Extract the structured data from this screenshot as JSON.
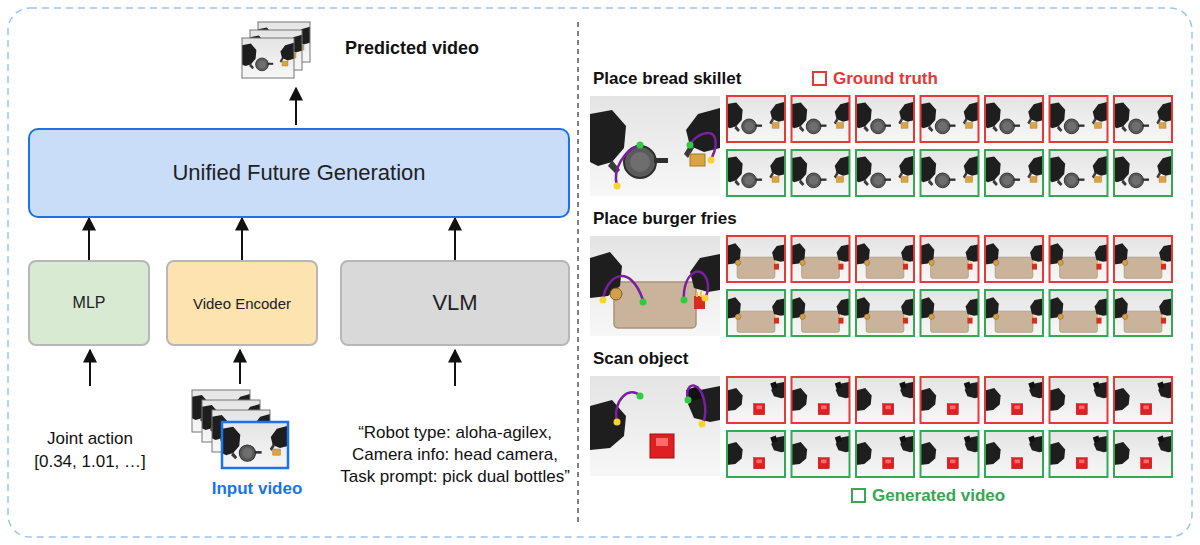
{
  "diagram": {
    "nodes": [
      {
        "text": [
          "Unified Future Generation"
        ]
      },
      {
        "text": [
          "MLP"
        ]
      },
      {
        "text": [
          "Video Encoder"
        ]
      },
      {
        "text": [
          "VLM"
        ]
      }
    ],
    "edges": [
      {
        "from": 1,
        "to": 0,
        "arrow": "to"
      },
      {
        "from": 2,
        "to": 0,
        "arrow": "to"
      },
      {
        "from": 3,
        "to": 0,
        "arrow": "to"
      }
    ],
    "labels": [
      "Predicted video",
      "Joint action",
      "[0.34, 1.01, …]",
      "Input video",
      "“Robot type: aloha-agilex, Camera info: head camera, Task prompt: pick dual bottles”",
      "Place bread skillet",
      "Place burger fries",
      "Scan object"
    ],
    "legend": [
      {
        "text": "Ground truth",
        "color": "#e53935"
      },
      {
        "text": "Generated video",
        "color": "#34a853"
      }
    ]
  }
}
